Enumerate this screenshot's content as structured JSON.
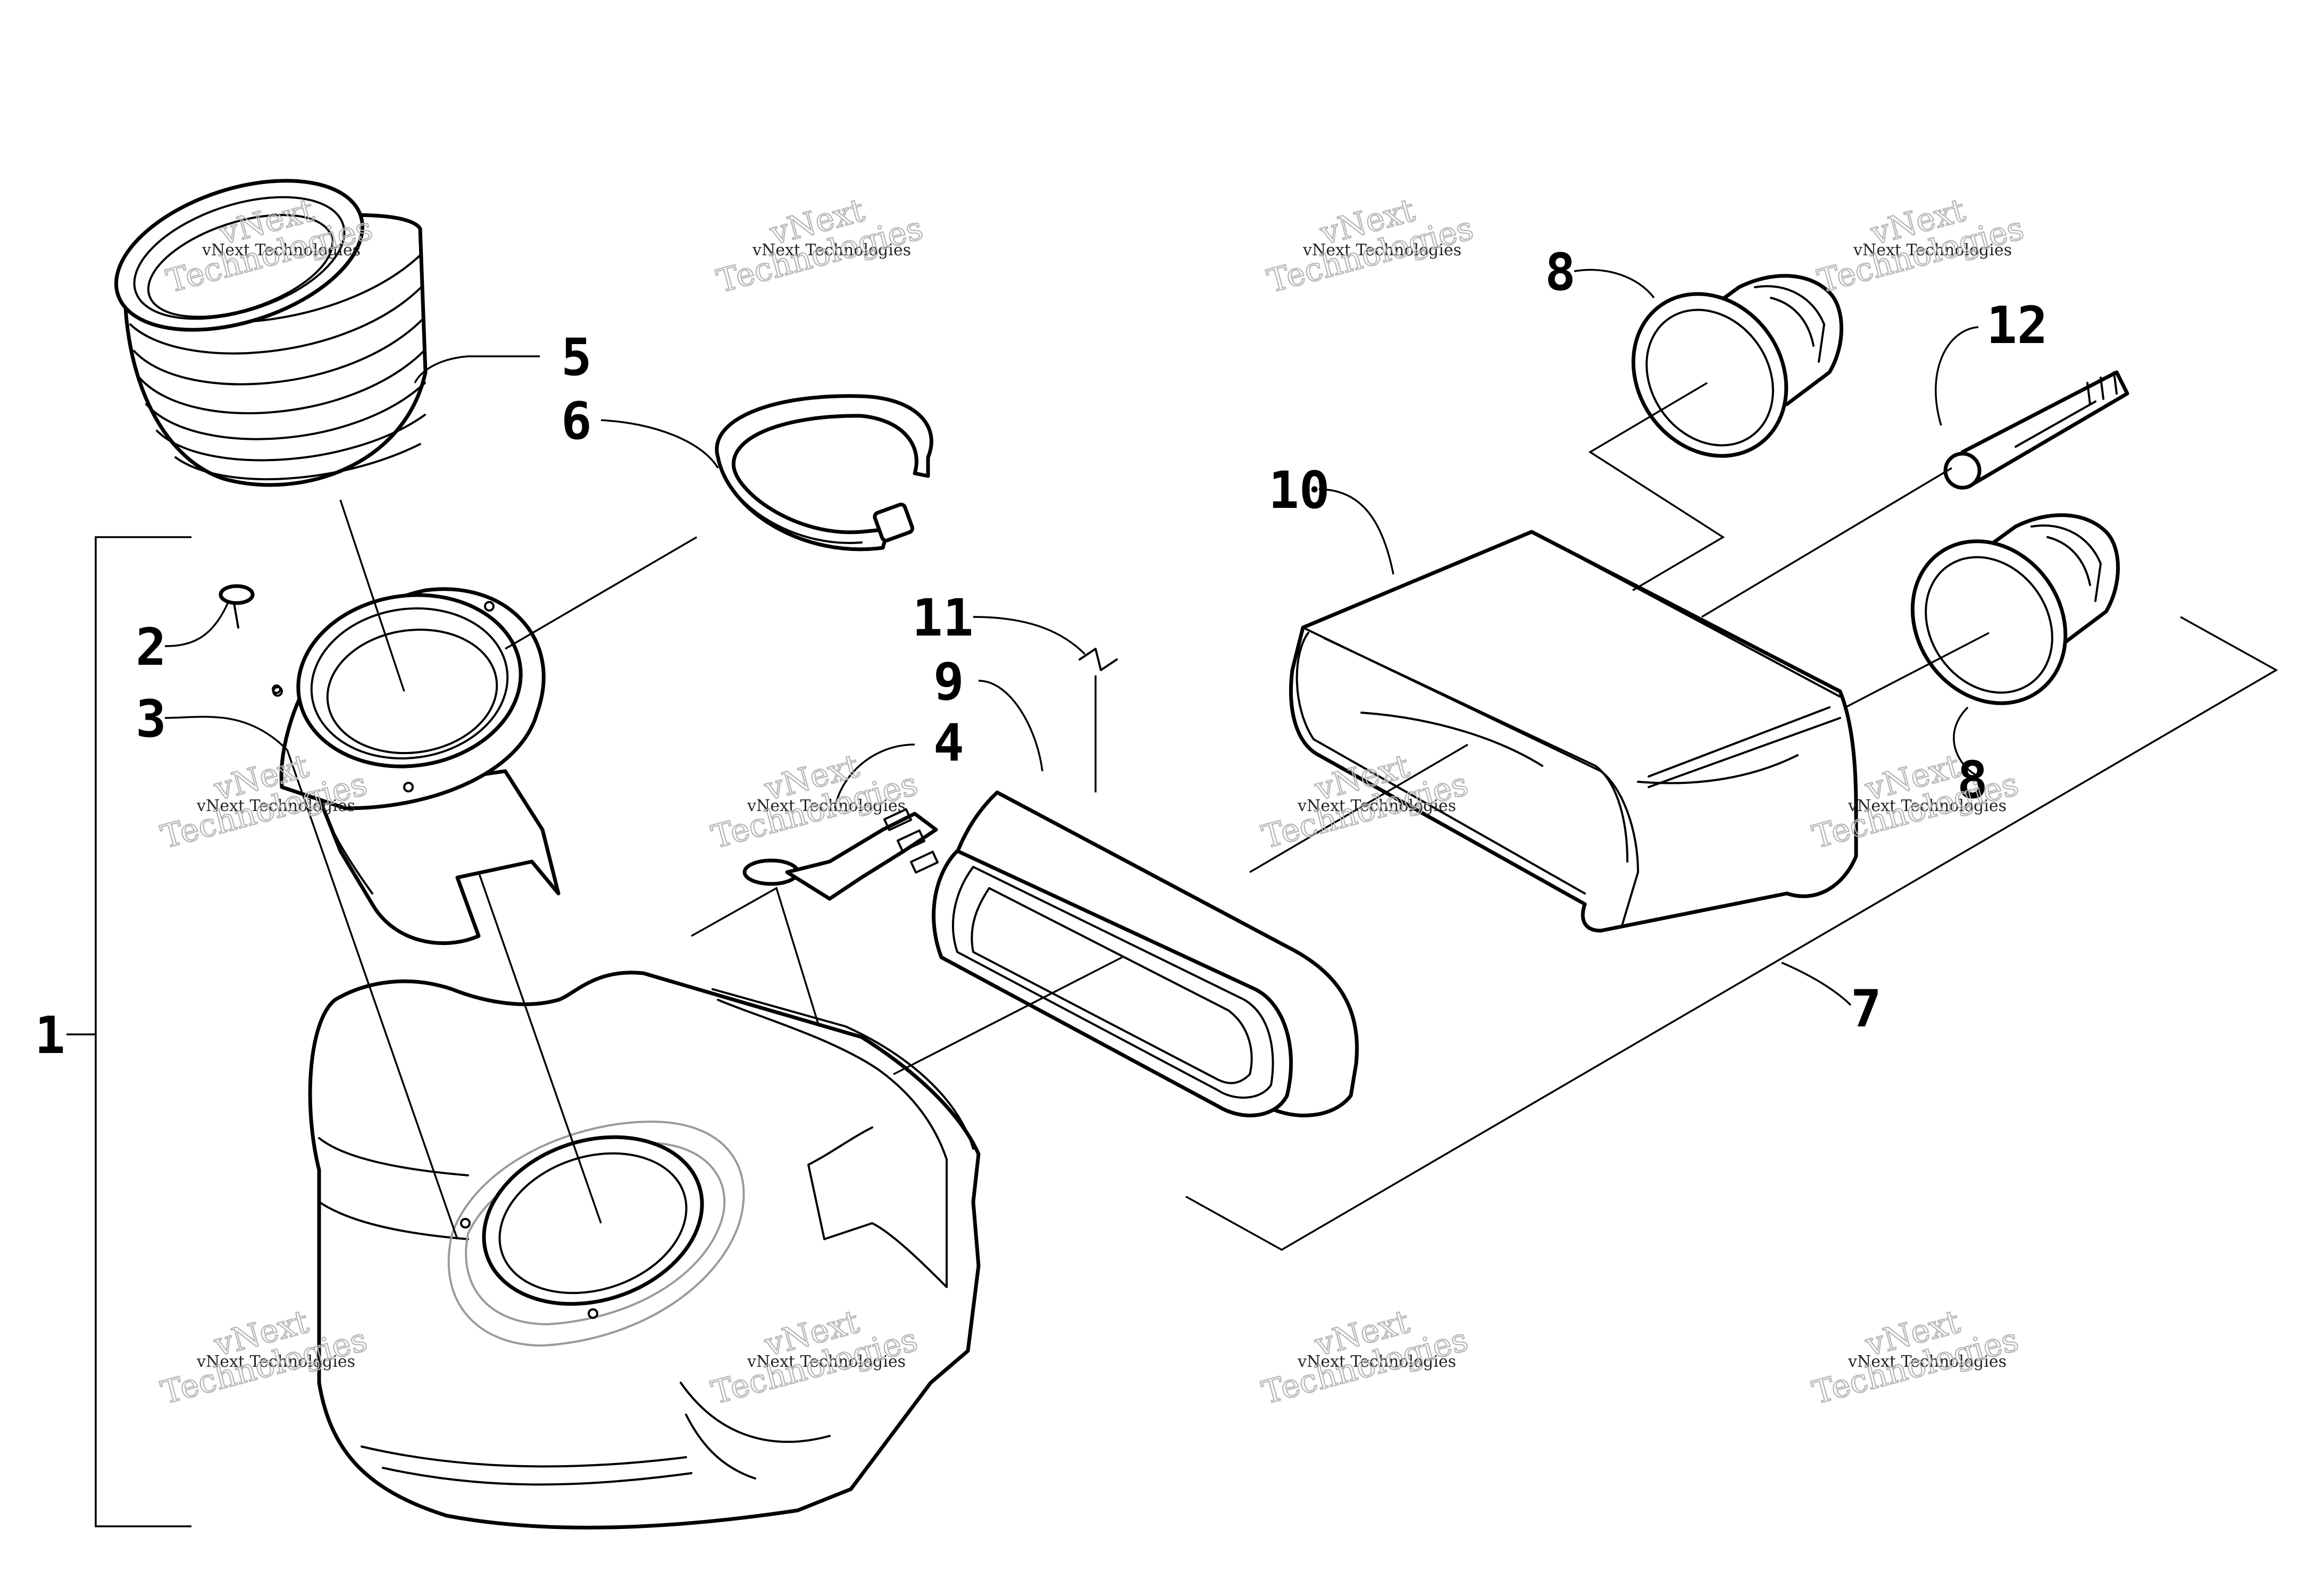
{
  "diagram": {
    "callouts": [
      "1",
      "2",
      "3",
      "4",
      "5",
      "6",
      "7",
      "8",
      "8",
      "9",
      "10",
      "11",
      "12"
    ],
    "watermark": {
      "label": "vNext Technologies",
      "line1": "vNext",
      "line2": "Technologies"
    }
  },
  "colors": {
    "line": "#000000",
    "background": "#ffffff",
    "watermark": "#b5b5b5"
  }
}
